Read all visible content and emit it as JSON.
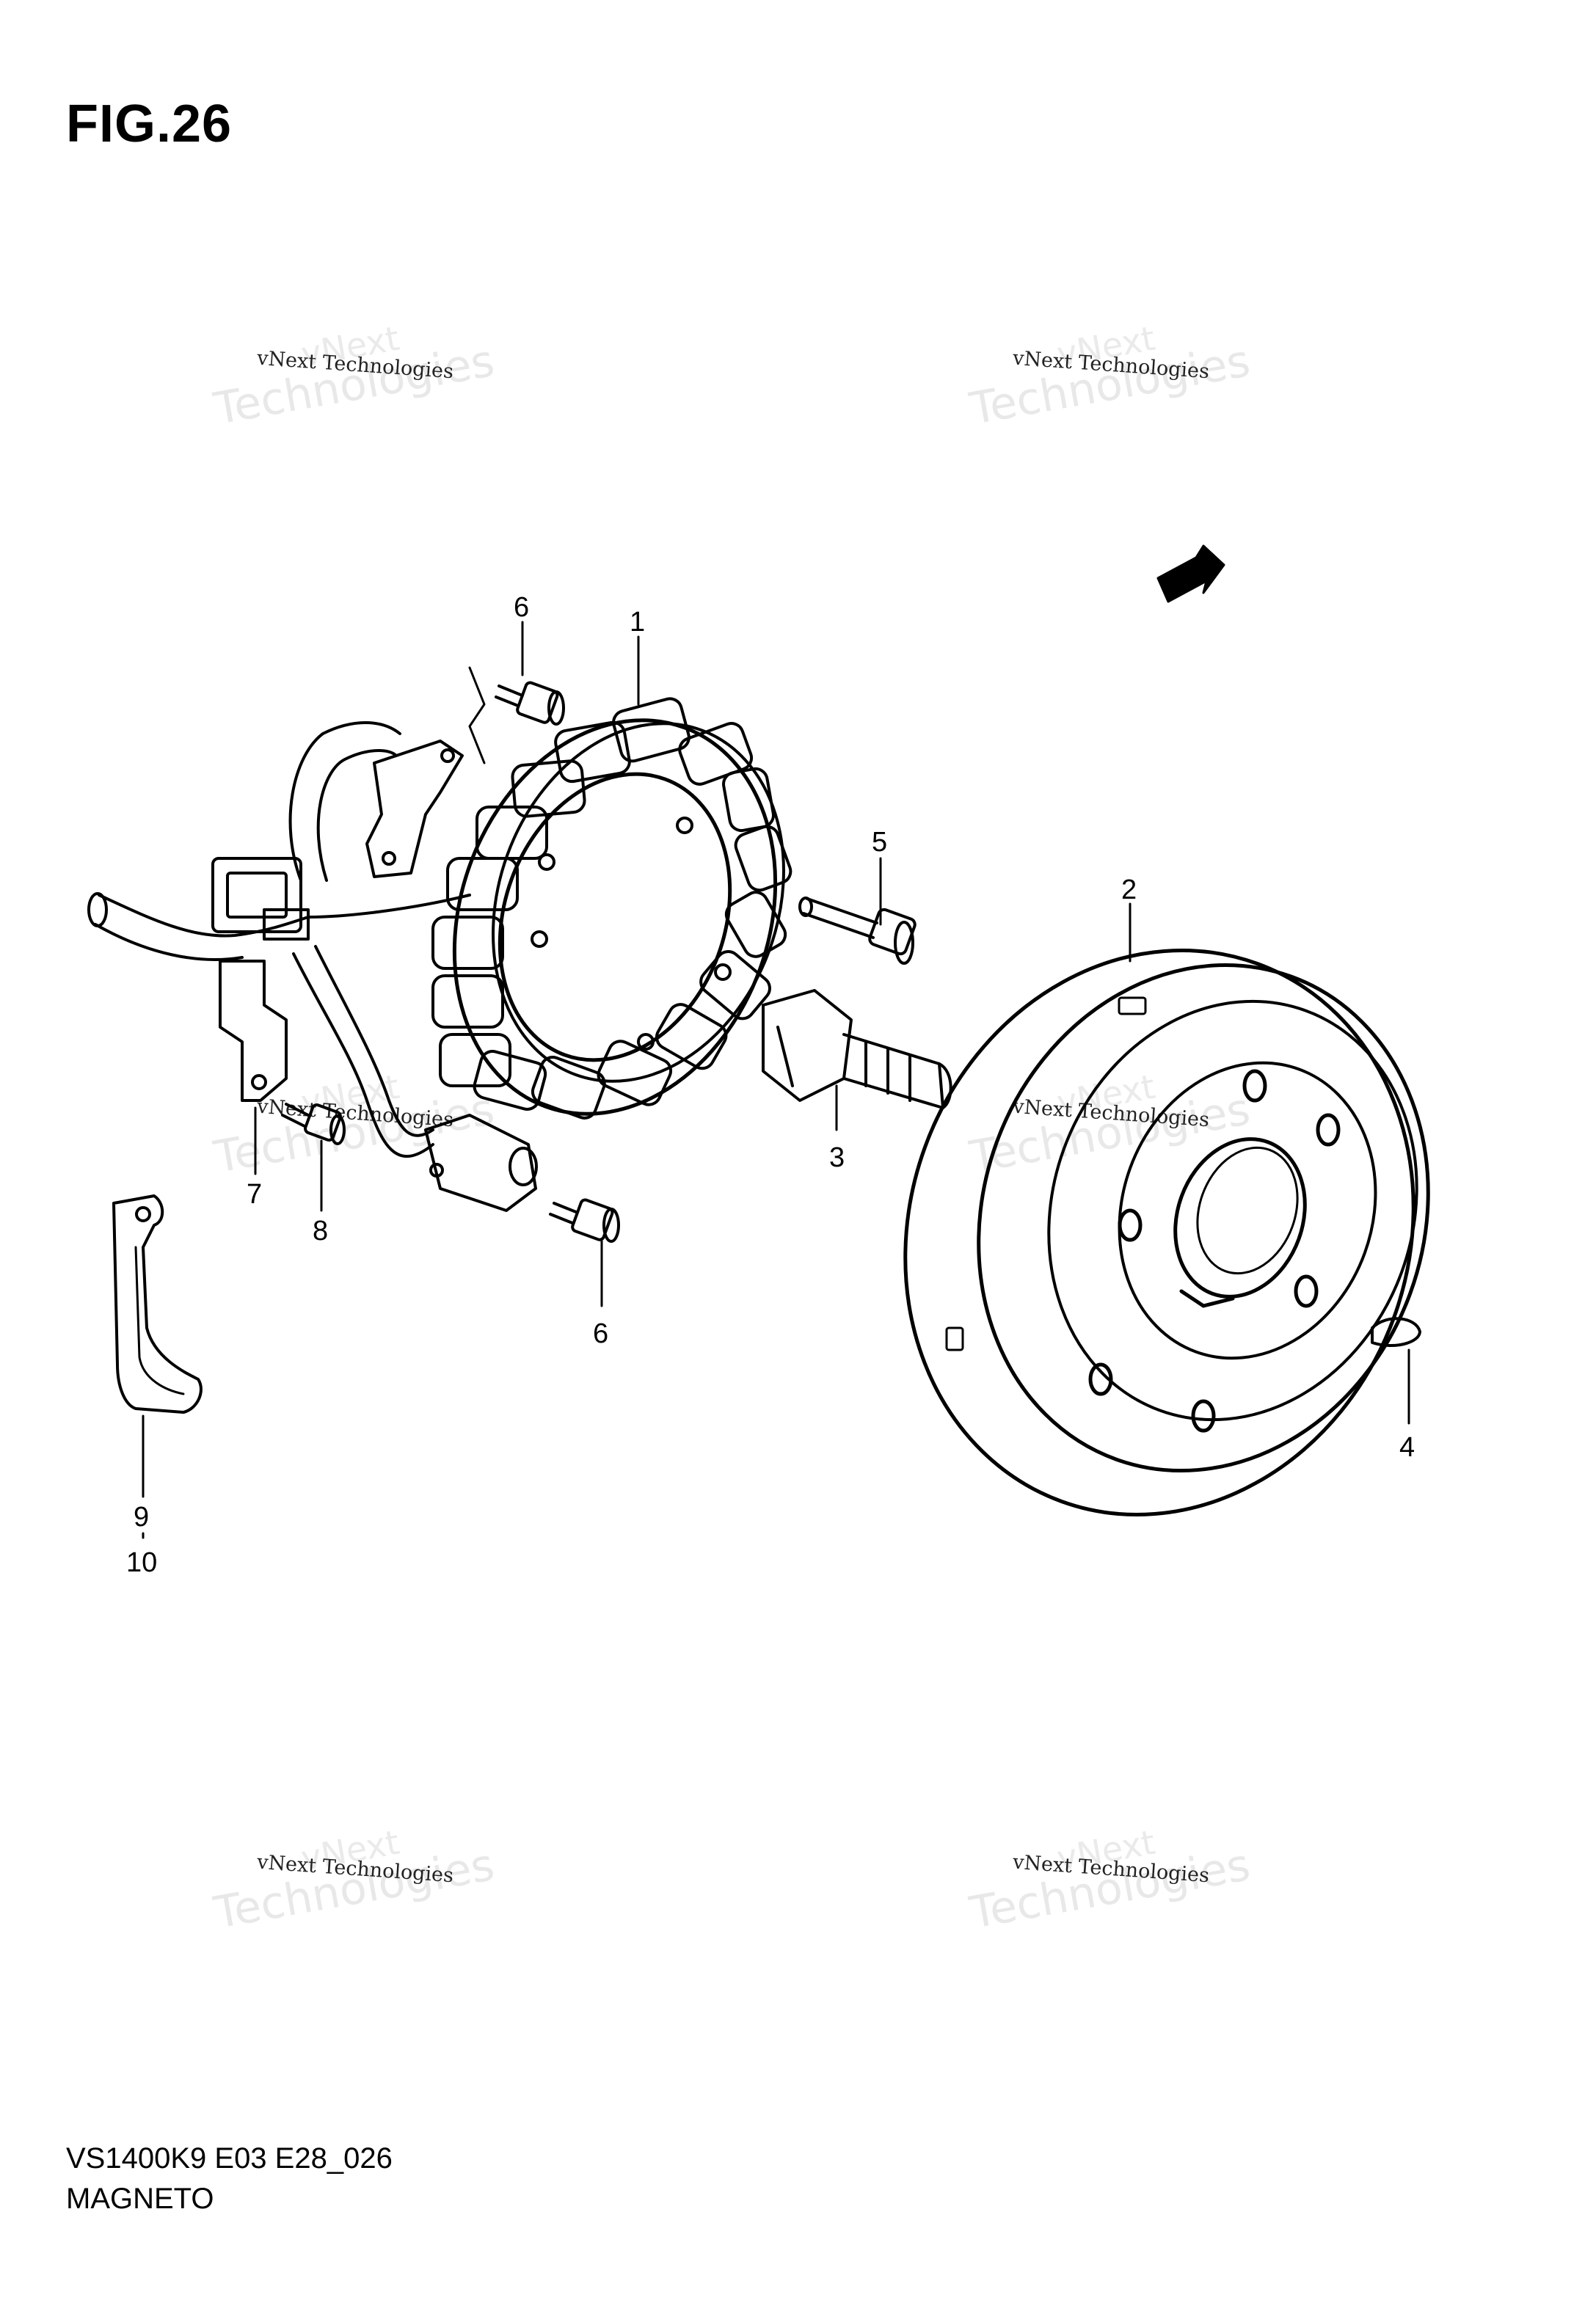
{
  "figure": {
    "title": "FIG.26"
  },
  "footer": {
    "code": "VS1400K9 E03 E28_026",
    "name": "MAGNETO"
  },
  "watermark": {
    "line_small": "vNext",
    "line_large": "Technologies",
    "line_text": "vNext Technologies"
  },
  "fwd_label": "FWD",
  "callouts": {
    "c1": "1",
    "c2": "2",
    "c3": "3",
    "c4": "4",
    "c5": "5",
    "c6a": "6",
    "c6b": "6",
    "c7": "7",
    "c8": "8",
    "c9": "9",
    "c10": "10"
  }
}
